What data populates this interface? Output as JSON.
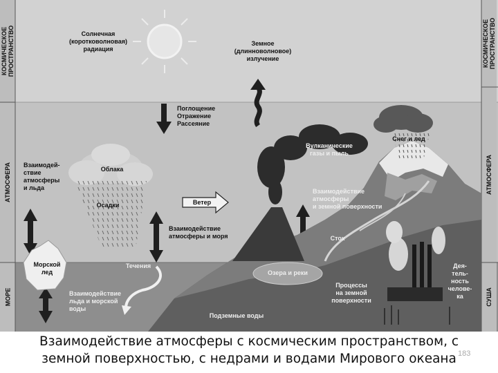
{
  "zones": {
    "space": "КОСМИЧЕСКОЕ\nПРОСТРАНСТВО",
    "atmosphere": "АТМОСФЕРА",
    "sea": "МОРЕ",
    "land": "СУША"
  },
  "labels": {
    "solar": "Солнечная\n(коротковолновая)\nрадиация",
    "terrestrial": "Земное\n(длинноволновое)\nизлучение",
    "absorption": "Поглощение\nОтражение\nРассеяние",
    "clouds": "Облака",
    "precipitation": "Осадки",
    "atm_ice": "Взаимодей-\nствие\nатмосферы\nи льда",
    "wind": "Ветер",
    "atm_sea": "Взаимодействие\nатмосферы и моря",
    "volcanic": "Вулканические\nгазы и пыль",
    "snow_ice": "Снег и лед",
    "atm_surface": "Взаимодействие\nатмосферы\nи земной поверхности",
    "runoff": "Сток",
    "lakes": "Озера и реки",
    "currents": "Течения",
    "sea_ice": "Морской\nлед",
    "ice_sea": "Взаимодействие\nльда и морской\nводы",
    "groundwater": "Подземные воды",
    "surface_processes": "Процессы\nна земной\nповерхности",
    "human": "Дея-\nтель-\nность\nчелове-\nка"
  },
  "caption": {
    "line1": "Взаимодействие атмосферы с космическим пространством, с",
    "line2": "земной поверхностью, с недрами  и водами Мирового океана"
  },
  "page_number": "183"
}
